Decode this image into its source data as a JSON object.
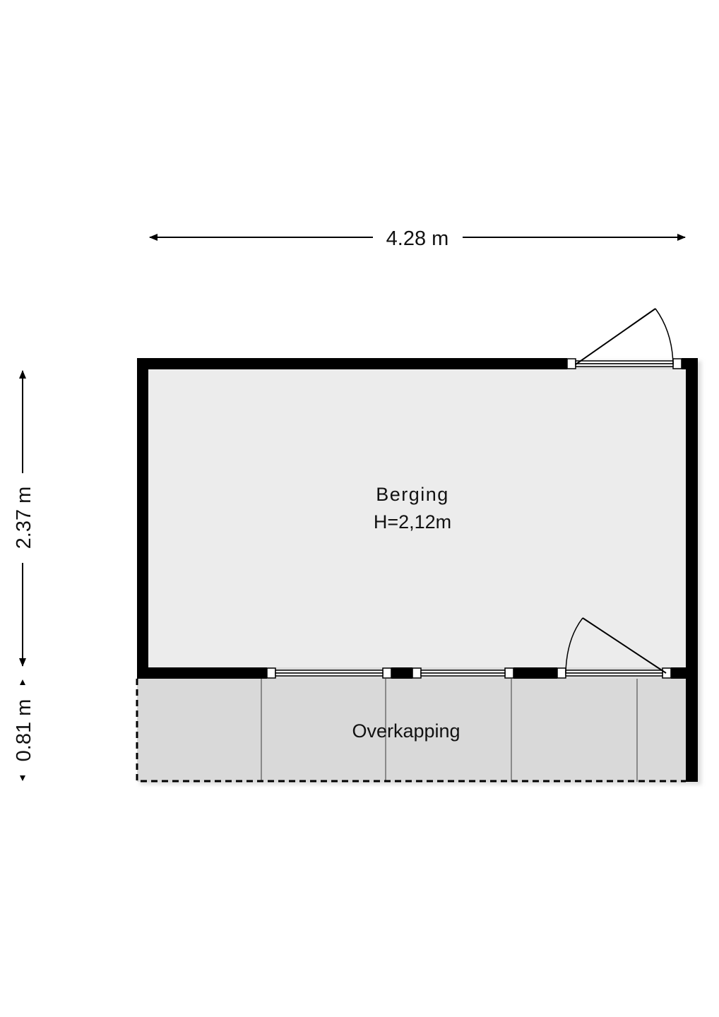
{
  "dimensions": {
    "width": "4.28 m",
    "depth_room": "2.37 m",
    "depth_canopy": "0.81 m"
  },
  "rooms": [
    {
      "name": "Berging",
      "height": "H=2,12m"
    },
    {
      "name": "Overkapping"
    }
  ],
  "colors": {
    "wall": "#000000",
    "room_fill": "#ececec",
    "canopy_fill": "#d9d9d9"
  }
}
